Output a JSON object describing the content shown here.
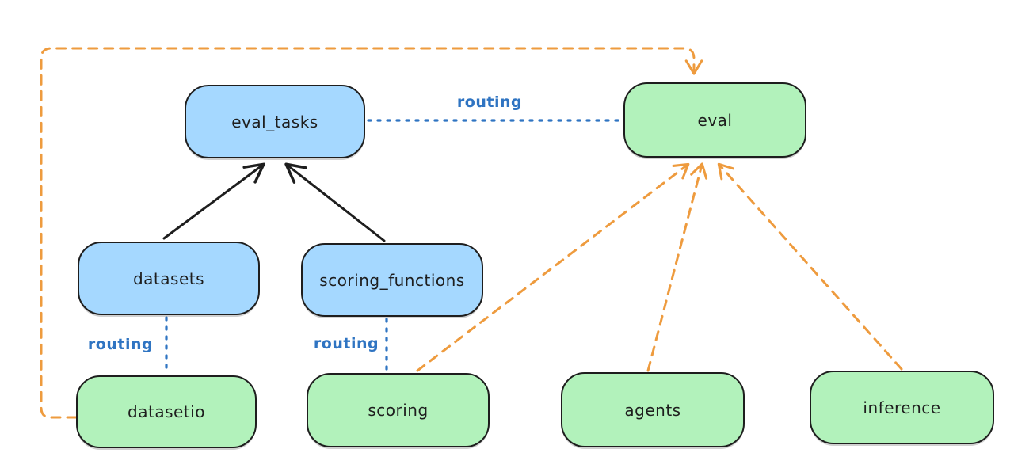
{
  "diagram": {
    "background": "#ffffff",
    "colors": {
      "node_blue_fill": "#a5d8ff",
      "node_green_fill": "#b2f2bb",
      "node_stroke": "#1e1e1e",
      "routing_blue": "#2f74c2",
      "provider_orange": "#ee9b3e",
      "solid_arrow_black": "#1e1e1e"
    },
    "nodes": {
      "eval_tasks": {
        "label": "eval_tasks",
        "fill": "#a5d8ff"
      },
      "eval": {
        "label": "eval",
        "fill": "#b2f2bb"
      },
      "datasets": {
        "label": "datasets",
        "fill": "#a5d8ff"
      },
      "scoring_functions": {
        "label": "scoring_functions",
        "fill": "#a5d8ff"
      },
      "datasetio": {
        "label": "datasetio",
        "fill": "#b2f2bb"
      },
      "scoring": {
        "label": "scoring",
        "fill": "#b2f2bb"
      },
      "agents": {
        "label": "agents",
        "fill": "#b2f2bb"
      },
      "inference": {
        "label": "inference",
        "fill": "#b2f2bb"
      }
    },
    "edges": [
      {
        "from": "datasets",
        "to": "eval_tasks",
        "style": "solid-black-arrow",
        "label": ""
      },
      {
        "from": "scoring_functions",
        "to": "eval_tasks",
        "style": "solid-black-arrow",
        "label": ""
      },
      {
        "from": "eval_tasks",
        "to": "eval",
        "style": "dotted-blue",
        "label": "routing"
      },
      {
        "from": "datasets",
        "to": "datasetio",
        "style": "dotted-blue",
        "label": "routing"
      },
      {
        "from": "scoring_functions",
        "to": "scoring",
        "style": "dotted-blue",
        "label": "routing"
      },
      {
        "from": "datasetio",
        "to": "eval",
        "style": "dashed-orange-arrow",
        "label": ""
      },
      {
        "from": "scoring",
        "to": "eval",
        "style": "dashed-orange-arrow",
        "label": ""
      },
      {
        "from": "agents",
        "to": "eval",
        "style": "dashed-orange-arrow",
        "label": ""
      },
      {
        "from": "inference",
        "to": "eval",
        "style": "dashed-orange-arrow",
        "label": ""
      }
    ]
  }
}
